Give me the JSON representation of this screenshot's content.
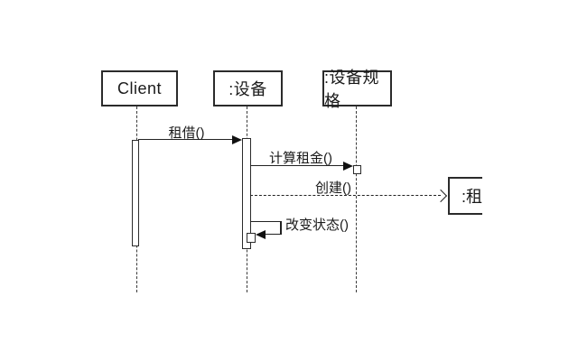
{
  "diagram": {
    "kind": "uml-sequence-diagram",
    "lifelines": [
      {
        "label": "Client"
      },
      {
        "label": ":设备"
      },
      {
        "label": ":设备规格"
      },
      {
        "label": ":租"
      }
    ],
    "messages": [
      {
        "label": "租借()",
        "from": "Client",
        "to": ":设备",
        "line": "solid",
        "arrow": "filled"
      },
      {
        "label": "计算租金()",
        "from": ":设备",
        "to": ":设备规格",
        "line": "solid",
        "arrow": "filled"
      },
      {
        "label": "创建()",
        "from": ":设备",
        "to": ":租",
        "line": "dashed",
        "arrow": "open"
      },
      {
        "label": "改变状态()",
        "from": ":设备",
        "to": ":设备",
        "line": "solid",
        "arrow": "filled",
        "shape": "self-call"
      }
    ],
    "colors": {
      "line": "#1a1a1a",
      "background": "#ffffff"
    }
  }
}
